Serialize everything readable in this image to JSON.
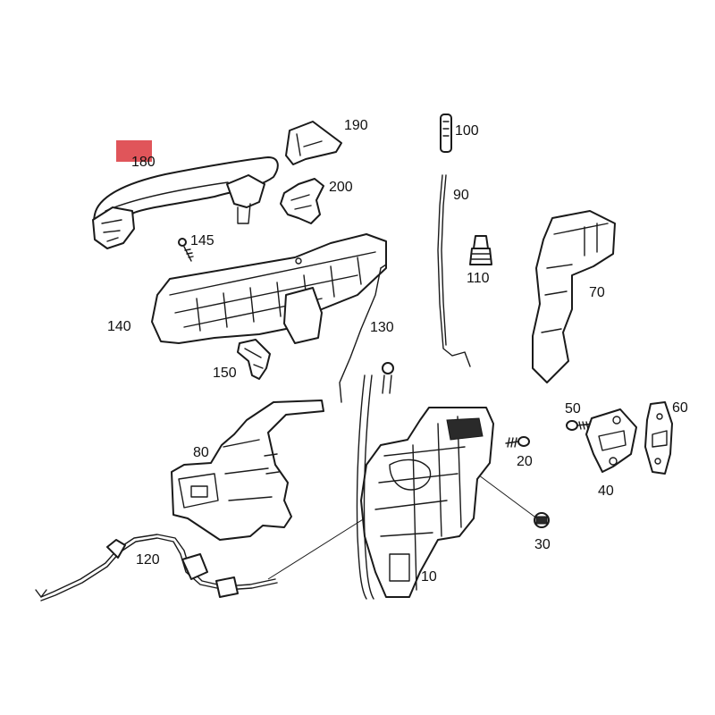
{
  "highlight_color": "#e0555a",
  "callouts": {
    "c10": "10",
    "c20": "20",
    "c30": "30",
    "c40": "40",
    "c50": "50",
    "c60": "60",
    "c70": "70",
    "c80": "80",
    "c90": "90",
    "c100": "100",
    "c110": "110",
    "c120": "120",
    "c130": "130",
    "c140": "140",
    "c145": "145",
    "c150": "150",
    "c180": "180",
    "c190": "190",
    "c200": "200"
  }
}
